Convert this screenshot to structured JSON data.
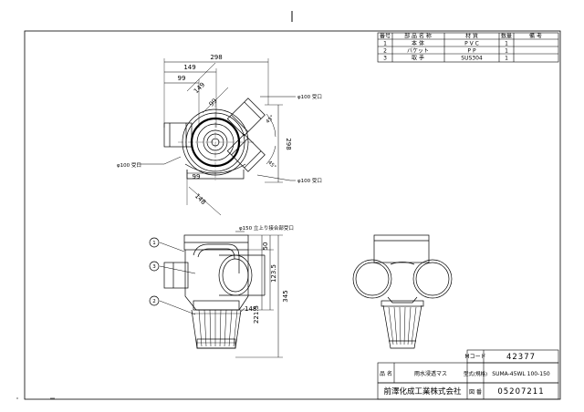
{
  "parts_table": {
    "headers": [
      "番号",
      "部 品 名 称",
      "材 質",
      "数量",
      "備 考"
    ],
    "rows": [
      [
        "1",
        "本 体",
        "P V C",
        "1",
        ""
      ],
      [
        "2",
        "バケット",
        "P P",
        "1",
        ""
      ],
      [
        "3",
        "取 手",
        "SUS304",
        "1",
        ""
      ]
    ]
  },
  "top_view": {
    "dims": {
      "overall_width": "298",
      "half_width": "149",
      "inner_99_top": "99",
      "diag_149_top": "149",
      "diag_99_top": "99",
      "side_height": "298",
      "angle_top": "45°",
      "angle_bottom": "45°",
      "inner_99_bottom": "99",
      "diag_148_bottom": "148"
    },
    "callouts": {
      "upper_right": "φ100 受口",
      "left": "φ100 受口",
      "lower_right": "φ100 受口"
    }
  },
  "front_view": {
    "top_callout": "φ150 立上り接合部受口",
    "dims": {
      "top_50": "50",
      "top_123_5": "123.5",
      "lower_221_5": "221.5",
      "overall_345": "345",
      "bucket_148": "148"
    },
    "balloons": [
      "1",
      "3",
      "2"
    ]
  },
  "title_block": {
    "m_code_label": "Mコード",
    "m_code_value": "42377",
    "name_label": "品 名",
    "name_value": "雨水浸透マス",
    "model_label": "型式(規格)",
    "model_value": "SUMA-45WL 100-150",
    "company": "前澤化成工業株式会社",
    "drawing_no_label": "図 番",
    "drawing_no_value": "05207211"
  },
  "colors": {
    "line": "#000000",
    "paper": "#ffffff"
  }
}
